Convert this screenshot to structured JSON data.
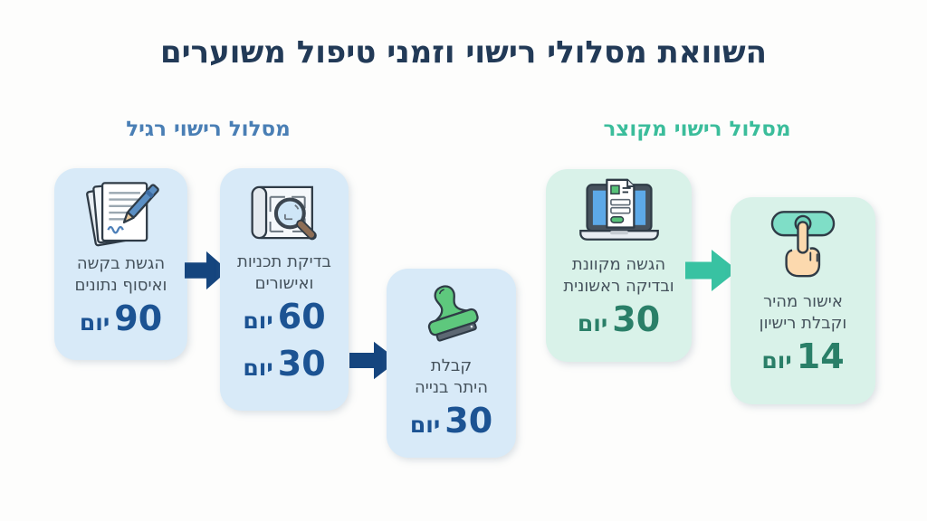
{
  "title": "השוואת מסלולי רישוי וזמני טיפול משוערים",
  "sections": {
    "regular": {
      "header": "מסלול רישוי רגיל"
    },
    "shortened": {
      "header": "מסלול רישוי מקוצר"
    }
  },
  "cards": {
    "submit_application": {
      "line1": "הגשת בקשה",
      "line2": "ואיסוף נתונים",
      "value": "90",
      "unit": "יום",
      "icon": "documents-pen-icon"
    },
    "plan_review": {
      "line1": "בדיקת תכניות",
      "line2": "ואישורים",
      "value1": "60",
      "unit1": "יום",
      "value2": "30",
      "unit2": "יום",
      "icon": "blueprint-magnifier-icon"
    },
    "building_permit": {
      "line1": "קבלת",
      "line2": "היתר בנייה",
      "value": "30",
      "unit": "יום",
      "icon": "stamp-icon"
    },
    "online_submission": {
      "line1": "הגשה מקוונת",
      "line2": "ובדיקה ראשונית",
      "value": "30",
      "unit": "יום",
      "icon": "laptop-form-icon"
    },
    "fast_approval": {
      "line1": "אישור מהיר",
      "line2": "וקבלת רישיון",
      "value": "14",
      "unit": "יום",
      "icon": "button-press-icon"
    }
  },
  "colors": {
    "title_text": "#223a57",
    "regular_header": "#4a7fb5",
    "shortened_header": "#3bbd9b",
    "card_blue_bg": "#d8eaf8",
    "card_mint_bg": "#d9f2e9",
    "blue_number": "#1c5393",
    "green_number": "#2a7f68",
    "blue_arrow": "#15457e",
    "teal_arrow": "#38c2a2",
    "label_text": "#45525c"
  }
}
